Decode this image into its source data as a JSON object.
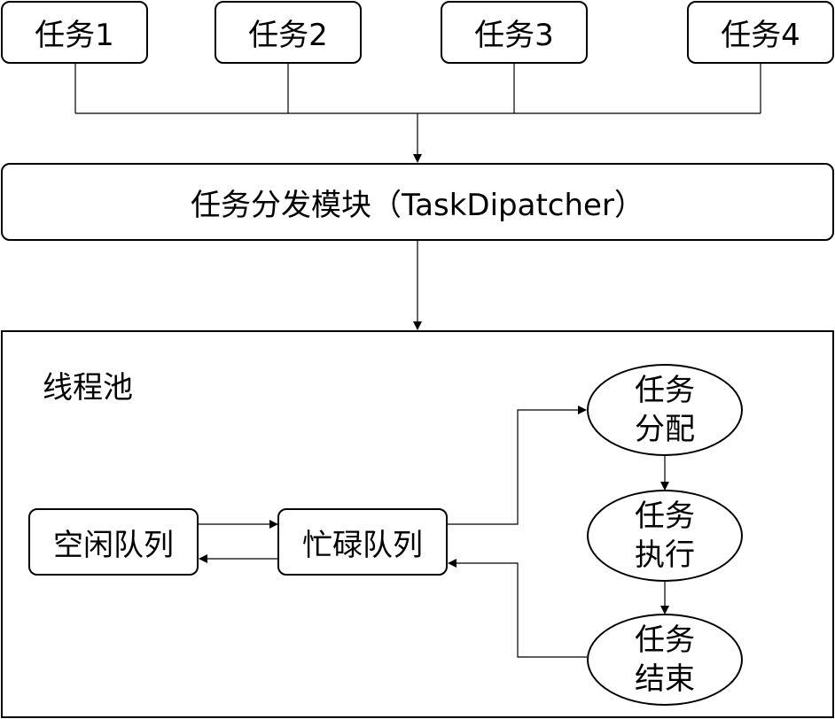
{
  "tasks": [
    {
      "label": "任务1"
    },
    {
      "label": "任务2"
    },
    {
      "label": "任务3"
    },
    {
      "label": "任务4"
    }
  ],
  "dispatcher": {
    "label": "任务分发模块（TaskDipatcher）"
  },
  "pool": {
    "title": "线程池",
    "idle_queue": "空闲队列",
    "busy_queue": "忙碌队列",
    "steps": [
      {
        "line1": "任务",
        "line2": "分配"
      },
      {
        "line1": "任务",
        "line2": "执行"
      },
      {
        "line1": "任务",
        "line2": "结束"
      }
    ]
  }
}
